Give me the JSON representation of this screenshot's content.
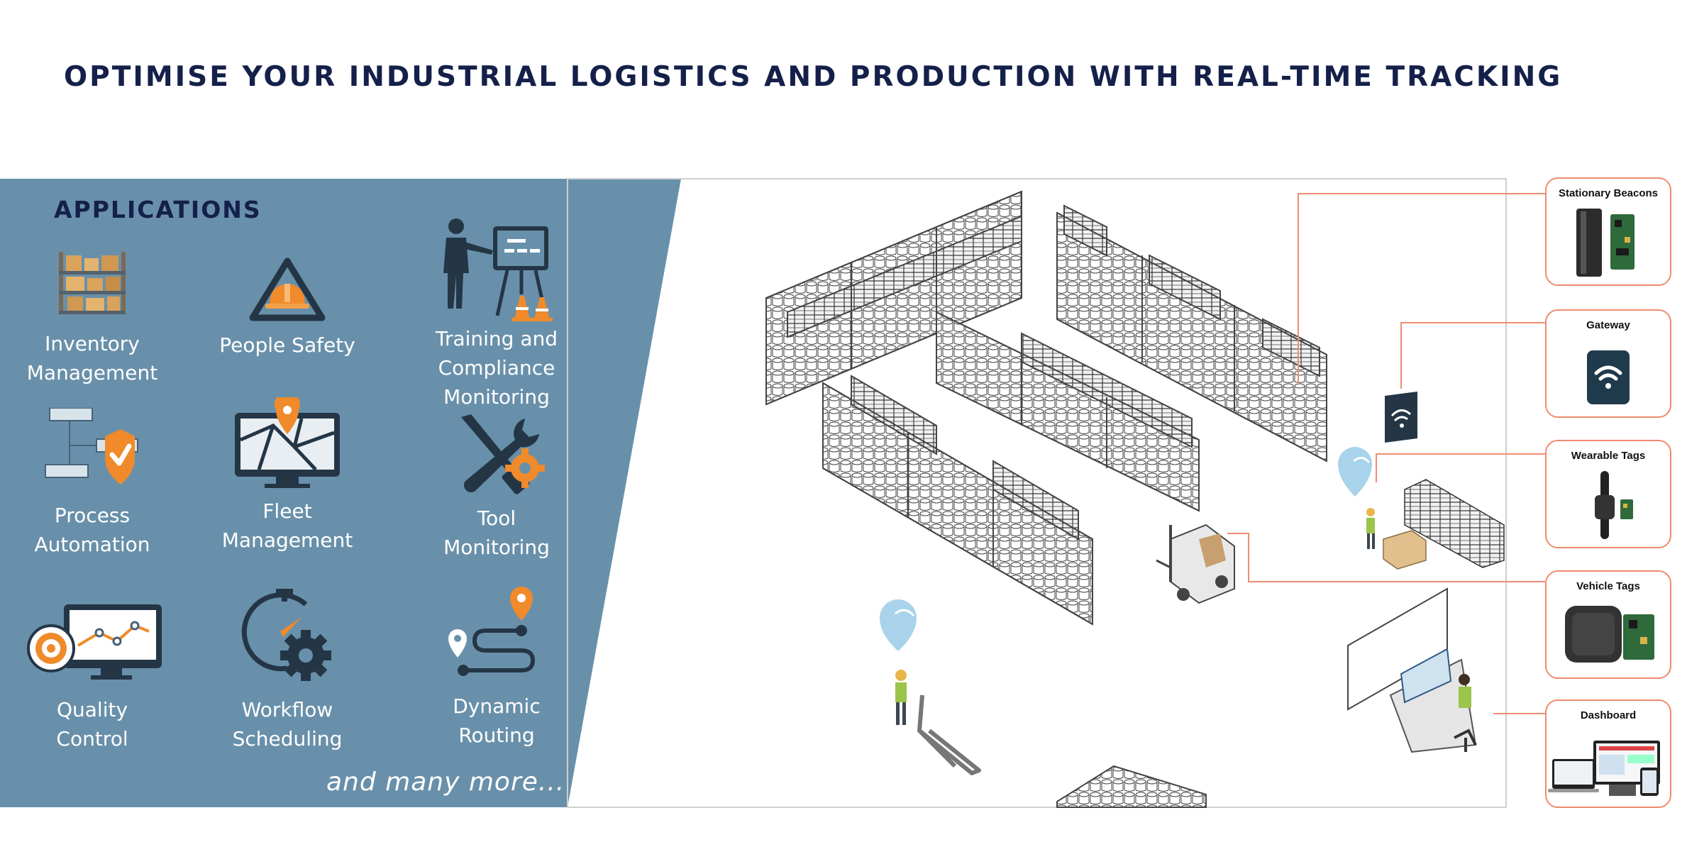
{
  "page_title": "OPTIMISE YOUR INDUSTRIAL LOGISTICS AND PRODUCTION WITH REAL-TIME TRACKING",
  "applications": {
    "heading": "APPLICATIONS",
    "items": [
      {
        "line1": "Inventory",
        "line2": "Management",
        "icon": "inventory-shelves-icon"
      },
      {
        "line1": "People Safety",
        "line2": "",
        "icon": "hard-hat-warning-icon"
      },
      {
        "line1": "Training and",
        "line2": "Compliance Monitoring",
        "icon": "presenter-board-icon"
      },
      {
        "line1": "Process",
        "line2": "Automation",
        "icon": "process-flow-shield-icon"
      },
      {
        "line1": "Fleet",
        "line2": "Management",
        "icon": "map-monitor-icon"
      },
      {
        "line1": "Tool",
        "line2": "Monitoring",
        "icon": "tools-gear-icon"
      },
      {
        "line1": "Quality",
        "line2": "Control",
        "icon": "target-chart-icon"
      },
      {
        "line1": "Workflow",
        "line2": "Scheduling",
        "icon": "clock-gear-icon"
      },
      {
        "line1": "Dynamic",
        "line2": "Routing",
        "icon": "route-pins-icon"
      }
    ],
    "more": "and many more..."
  },
  "devices": [
    {
      "title": "Stationary Beacons",
      "icon": "beacon-device-icon"
    },
    {
      "title": "Gateway",
      "icon": "wifi-gateway-icon"
    },
    {
      "title": "Wearable Tags",
      "icon": "wearable-tag-icon"
    },
    {
      "title": "Vehicle Tags",
      "icon": "vehicle-tag-icon"
    },
    {
      "title": "Dashboard",
      "icon": "dashboard-screens-icon"
    }
  ],
  "colors": {
    "title": "#15204a",
    "panel": "#6990aa",
    "icon_dark": "#243646",
    "icon_orange": "#f08a2a",
    "device_border": "#f08b6e",
    "connector": "#ef8d72",
    "pin_blue": "#a8d3ea"
  }
}
